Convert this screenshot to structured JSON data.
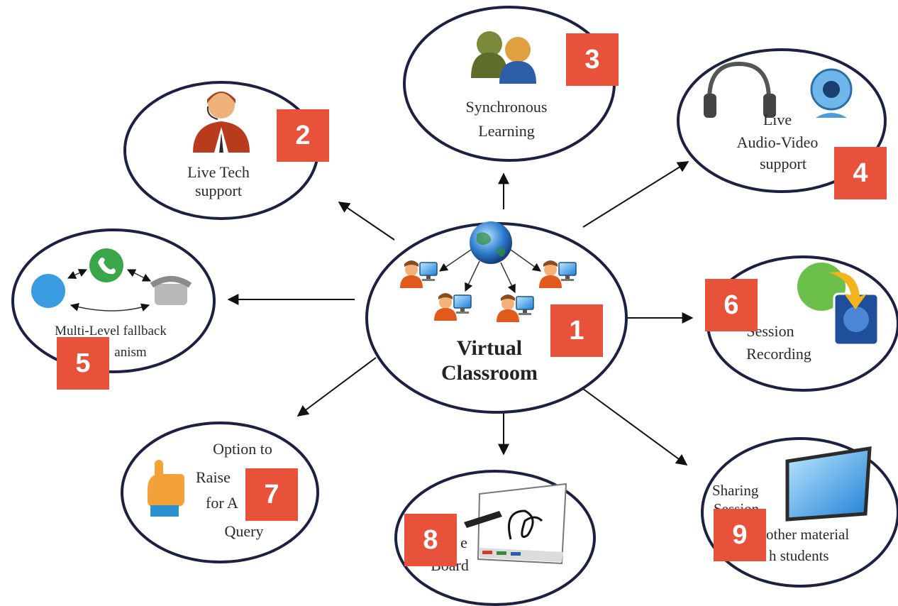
{
  "center": {
    "line1": "Virtual",
    "line2": "Classroom",
    "badge": "1"
  },
  "nodes": {
    "tech": {
      "lines": [
        "Live Tech",
        "support"
      ],
      "badge": "2"
    },
    "sync": {
      "lines": [
        "Synchronous",
        "Learning"
      ],
      "badge": "3"
    },
    "av": {
      "lines": [
        "Live",
        "Audio-Video",
        "support"
      ],
      "badge": "4"
    },
    "fallback": {
      "lines": [
        "Multi-Level  fallback",
        "anism"
      ],
      "badge": "5"
    },
    "recording": {
      "lines": [
        "Session",
        "Recording"
      ],
      "badge": "6"
    },
    "raise": {
      "lines": [
        "Option to",
        "Raise",
        "for A",
        "Query"
      ],
      "badge": "7"
    },
    "board": {
      "lines": [
        "e",
        "Board"
      ],
      "badge": "8"
    },
    "sharing": {
      "lines": [
        "Sharing",
        "Session",
        "other material",
        "h students"
      ],
      "badge": "9"
    }
  },
  "colors": {
    "badge": "#e8513a",
    "ellipse_stroke": "#1c2142",
    "arrow": "#111111"
  }
}
